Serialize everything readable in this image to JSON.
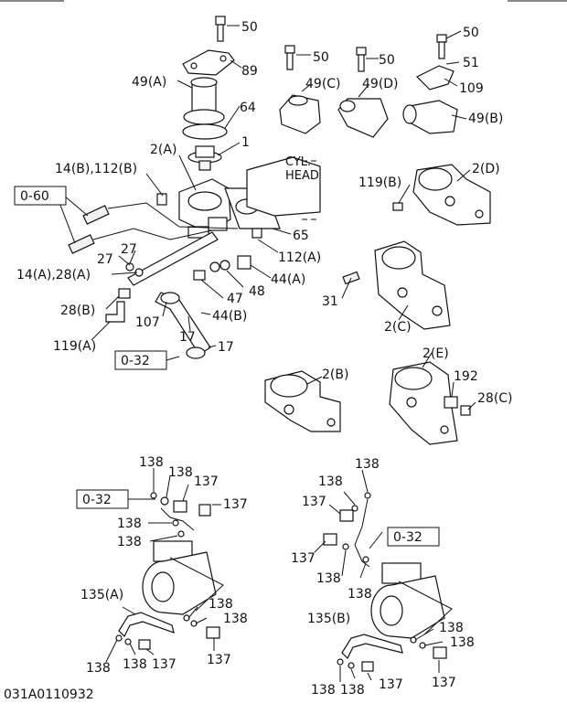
{
  "labels": {
    "p50_a": "50",
    "p89": "89",
    "p49a": "49(A)",
    "p64": "64",
    "p1": "1",
    "p50_b": "50",
    "p50_c": "50",
    "p49c": "49(C)",
    "p49d": "49(D)",
    "p50_d": "50",
    "p51": "51",
    "p109": "109",
    "p49b": "49(B)",
    "p2a": "2(A)",
    "p14b112b": "14(B),112(B)",
    "cyl_head_1": "CYL.",
    "cyl_head_2": "HEAD",
    "p060": "0-60",
    "p65": "65",
    "p27a": "27",
    "p27b": "27",
    "p112a": "112(A)",
    "p14a28a": "14(A),28(A)",
    "p44a": "44(A)",
    "p48": "48",
    "p47": "47",
    "p28b": "28(B)",
    "p107": "107",
    "p44b": "44(B)",
    "p17a": "17",
    "p17b": "17",
    "p119a": "119(A)",
    "p032_a": "0-32",
    "p119b": "119(B)",
    "p2d": "2(D)",
    "p31": "31",
    "p2c": "2(C)",
    "p2b": "2(B)",
    "p2e": "2(E)",
    "p192": "192",
    "p28c": "28(C)",
    "l138_1": "138",
    "l138_2": "138",
    "l137_1": "137",
    "l032_b": "0-32",
    "l137_2": "137",
    "l138_3": "138",
    "l138_4": "138",
    "l138_5": "138",
    "l138_6": "138",
    "l135a": "135(A)",
    "l138_7": "138",
    "l138_8": "138",
    "l137_3": "137",
    "l137_4": "137",
    "r138_1": "138",
    "r138_2": "138",
    "r137_1": "137",
    "r032": "0-32",
    "r137_2": "137",
    "r138_3": "138",
    "r138_4": "138",
    "r135b": "135(B)",
    "r138_5": "138",
    "r138_6": "138",
    "r138_7": "138",
    "r138_8": "138",
    "r137_3": "137",
    "r137_4": "137",
    "drawing_no": "031A0110932"
  }
}
